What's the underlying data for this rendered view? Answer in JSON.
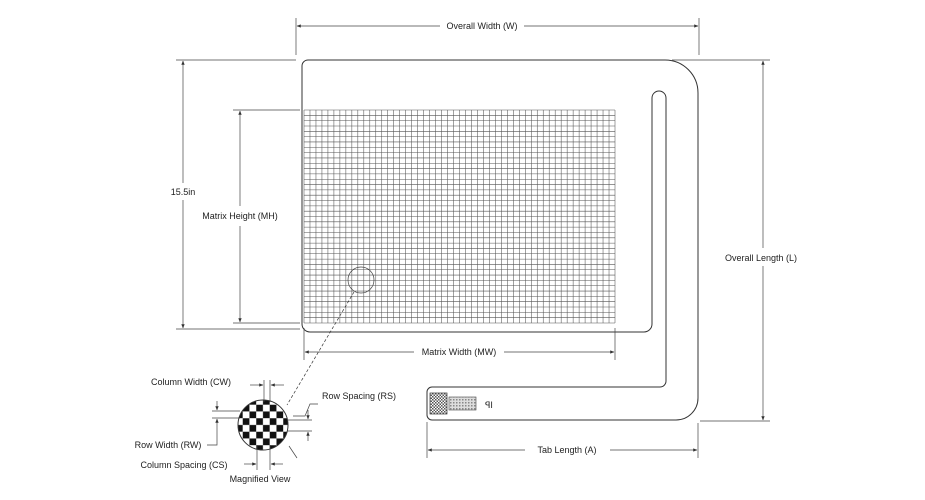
{
  "labels": {
    "overall_width": "Overall Width (W)",
    "overall_length": "Overall Length (L)",
    "left_height": "15.5in",
    "matrix_height": "Matrix Height (MH)",
    "matrix_width": "Matrix Width (MW)",
    "tab_length": "Tab Length (A)",
    "column_width": "Column Width (CW)",
    "row_spacing": "Row Spacing (RS)",
    "row_width": "Row Width (RW)",
    "column_spacing": "Column Spacing (CS)",
    "magnified_view": "Magnified View",
    "tab_marking": "ꟼI"
  }
}
